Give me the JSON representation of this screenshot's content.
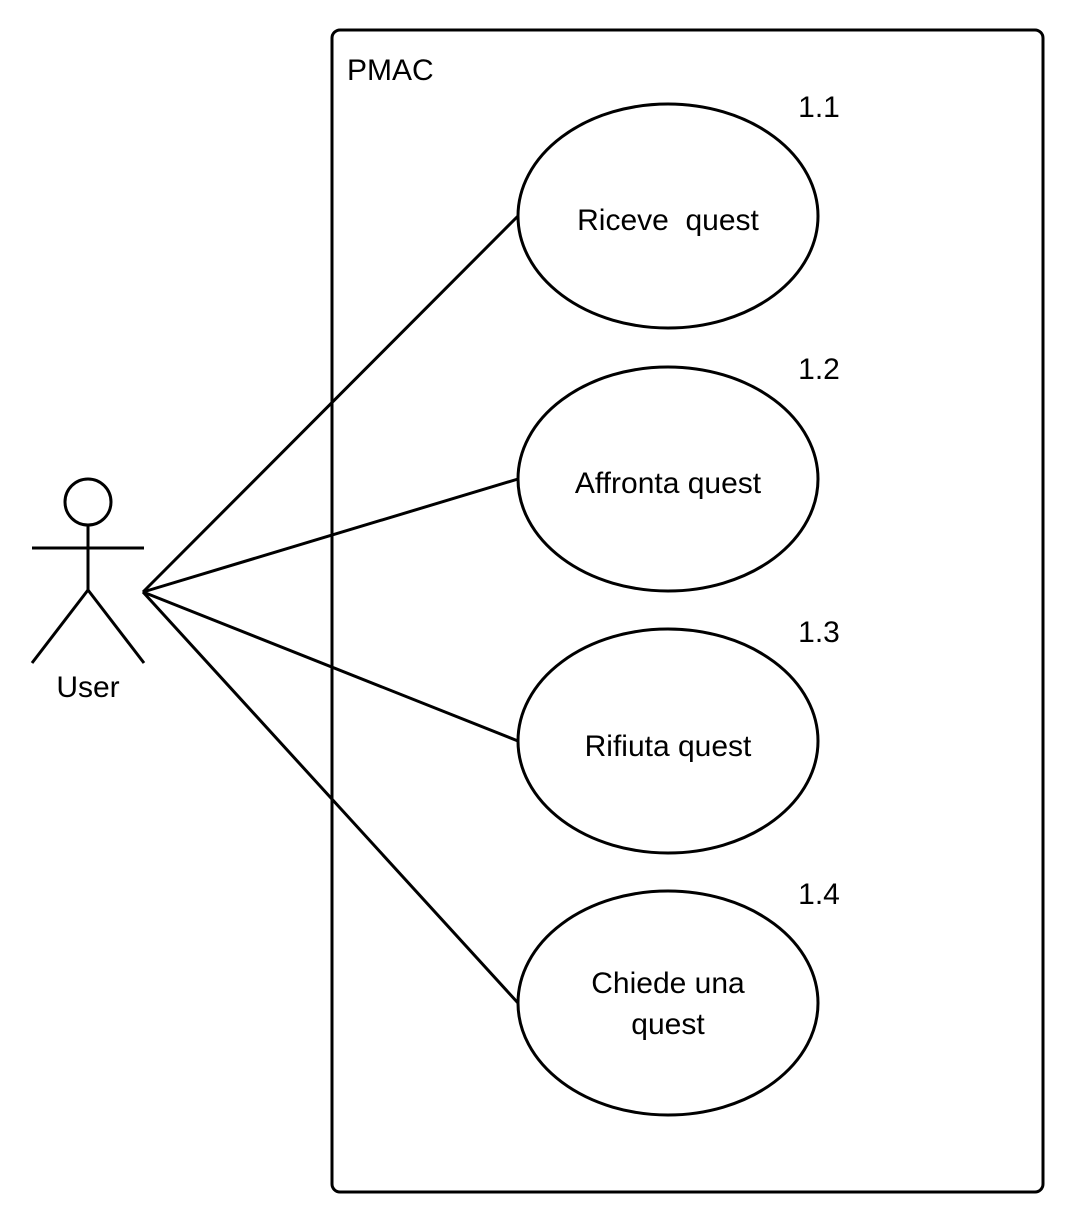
{
  "system": {
    "name": "PMAC"
  },
  "actor": {
    "name": "User"
  },
  "use_cases": [
    {
      "number": "1.1",
      "line1": "Riceve  quest",
      "line2": ""
    },
    {
      "number": "1.2",
      "line1": "Affronta quest",
      "line2": ""
    },
    {
      "number": "1.3",
      "line1": "Rifiuta quest",
      "line2": ""
    },
    {
      "number": "1.4",
      "line1": "Chiede una",
      "line2": "quest"
    }
  ],
  "colors": {
    "stroke": "#000000",
    "background": "#ffffff"
  }
}
